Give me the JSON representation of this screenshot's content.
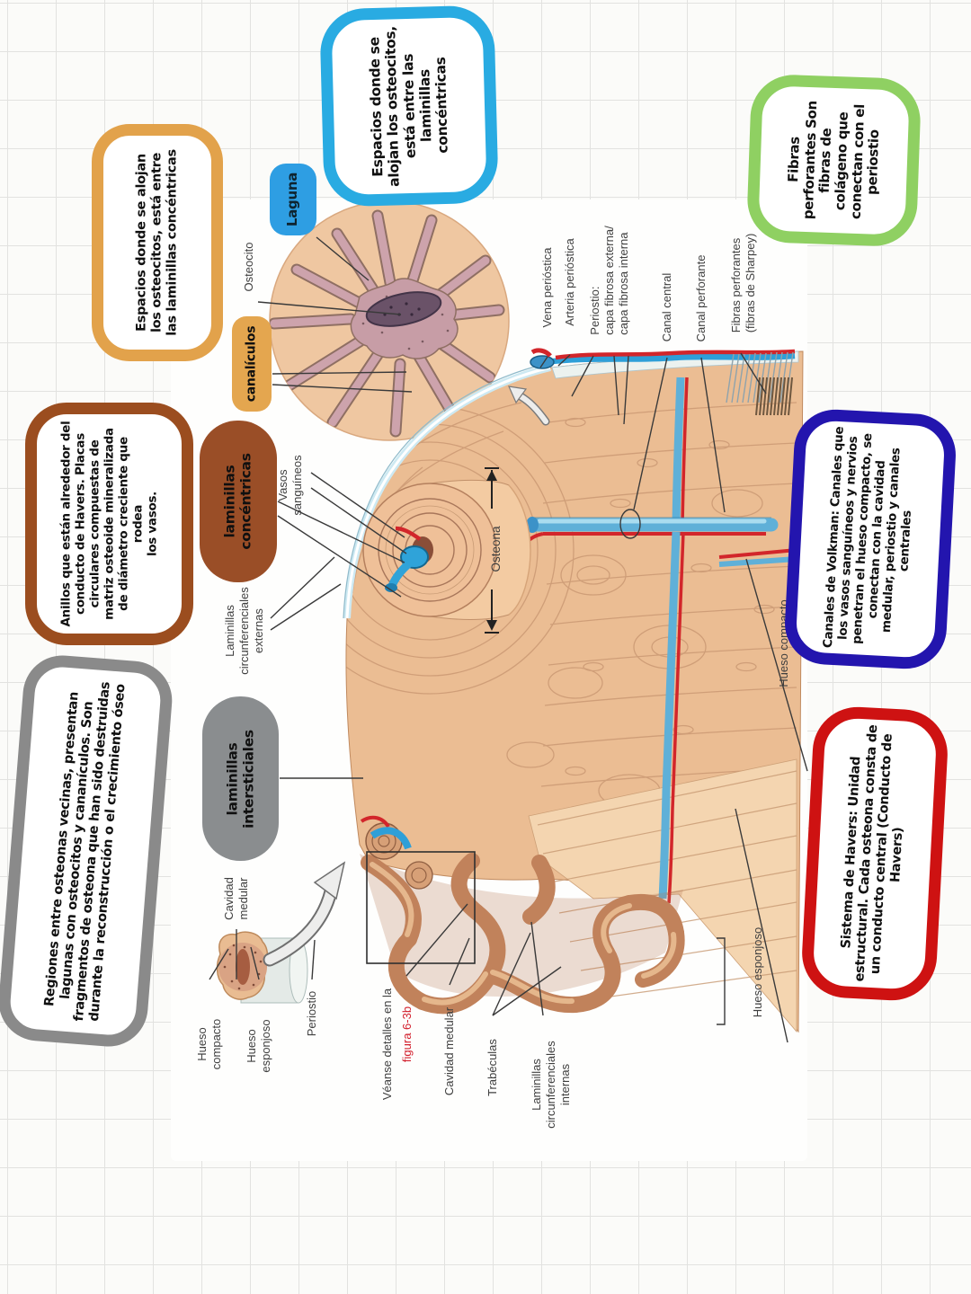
{
  "callouts": {
    "blue": {
      "text": "Espacios donde se\nalojan los osteocitos,\nestá entre las\nlaminillas\nconcéntricas"
    },
    "green": {
      "text": "Fibras\nperforantes Son\nfibras de\ncolágeno que\nconectan con el\nperiostio"
    },
    "orange": {
      "text": "Espacios donde se alojan\nlos osteocitos, está entre\nlas laminillas concéntricas"
    },
    "brown": {
      "text": "Anillos que están alrededor del\nconducto de Havers. Placas\ncirculares compuestas de\nmatriz osteoide mineralizada\nde diámetro creciente que rodea\nlos vasos."
    },
    "gray": {
      "text": "Regiones entre osteonas vecinas, presentan\nlagunas con osteocitos y cananículos. Son\nfragmentos de osteona que han sido destruidas\ndurante la reconstrucción o el crecimiento óseo"
    },
    "darkblue": {
      "text": "Canales de Volkman: Canales que\nlos vasos sanguíneos y nervios\npenetran el hueso compacto, se\nconectan con la cavidad\nmedular, periostio y canales\ncentrales"
    },
    "red": {
      "text": "Sistema de Havers: Unidad\nestructural. Cada osteona consta de\nun conducto central (Conducto de\nHavers)"
    }
  },
  "pills": {
    "laguna": {
      "label": "Laguna"
    },
    "canaliculos": {
      "label": "canalículos"
    },
    "laminillas_concentricas": {
      "label": "laminillas\nconcéntricas"
    },
    "laminillas_intersticiales": {
      "label": "laminillas\nintersticiales"
    }
  },
  "figure_labels": {
    "osteocito": "Osteocito",
    "vena_periostica": "Vena perióstica",
    "arteria_periostica": "Arteria perióstica",
    "periostio_capas": "Periostio:\ncapa fibrosa externa/\ncapa fibrosa interna",
    "canal_central": "Canal central",
    "canal_perforante": "Canal perforante",
    "fibras_perforantes": "Fibras perforantes\n(fibras de Sharpey)",
    "vasos_sanguineos": "Vasos\nsanguíneos",
    "osteona": "Osteona",
    "laminillas_circunferenciales_externas": "Laminillas\ncircunferenciales\nexternas",
    "cavidad_medular_izq": "Cavidad\nmedular",
    "hueso_compacto_der": "Hueso compacto",
    "hueso_esponjoso_der": "Hueso esponjoso",
    "hueso_compacto_inf": "Hueso\ncompacto",
    "hueso_esponjoso_inf": "Hueso\nesponjoso",
    "periostio_inf": "Periostio",
    "veanse_detalles": "Véanse detalles en la",
    "figura_ref": "figura 6-3b",
    "cavidad_medular_inf": "Cavidad medular",
    "trabeculas": "Trabéculas",
    "laminillas_circunferenciales_internas": "Laminillas\ncircunferenciales\ninternas"
  },
  "colors": {
    "blue": "#29ABE2",
    "green": "#8FD062",
    "orange": "#E2A24B",
    "brown": "#9B4D1F",
    "gray": "#8A8A8A",
    "darkblue": "#2315AE",
    "red": "#CE1212",
    "pill_blue": "#2E9EE3",
    "pill_orange": "#E4A64F",
    "pill_brown": "#9A4E27",
    "pill_gray": "#8A8D8F",
    "figure_red": "#D21F2C"
  }
}
